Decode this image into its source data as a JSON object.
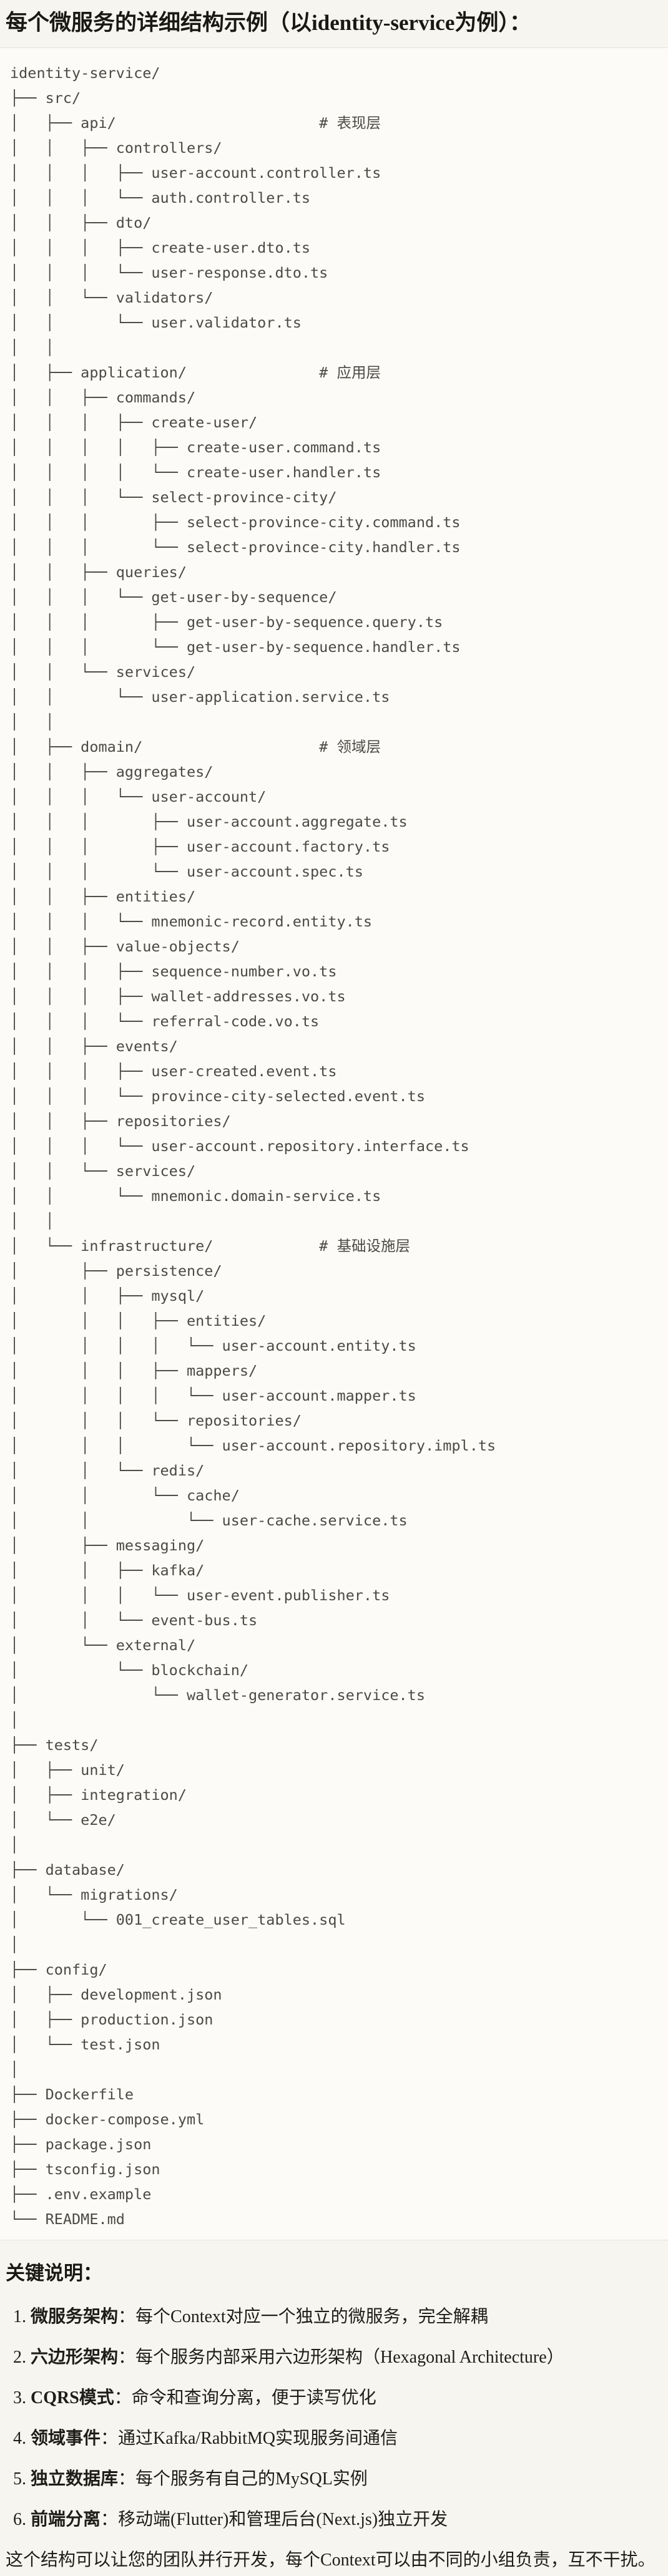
{
  "page": {
    "title": "每个微服务的详细结构示例（以identity-service为例）："
  },
  "code_block": {
    "lines": [
      "identity-service/",
      "├── src/",
      "│   ├── api/                       # 表现层",
      "│   │   ├── controllers/",
      "│   │   │   ├── user-account.controller.ts",
      "│   │   │   └── auth.controller.ts",
      "│   │   ├── dto/",
      "│   │   │   ├── create-user.dto.ts",
      "│   │   │   └── user-response.dto.ts",
      "│   │   └── validators/",
      "│   │       └── user.validator.ts",
      "│   │",
      "│   ├── application/               # 应用层",
      "│   │   ├── commands/",
      "│   │   │   ├── create-user/",
      "│   │   │   │   ├── create-user.command.ts",
      "│   │   │   │   └── create-user.handler.ts",
      "│   │   │   └── select-province-city/",
      "│   │   │       ├── select-province-city.command.ts",
      "│   │   │       └── select-province-city.handler.ts",
      "│   │   ├── queries/",
      "│   │   │   └── get-user-by-sequence/",
      "│   │   │       ├── get-user-by-sequence.query.ts",
      "│   │   │       └── get-user-by-sequence.handler.ts",
      "│   │   └── services/",
      "│   │       └── user-application.service.ts",
      "│   │",
      "│   ├── domain/                    # 领域层",
      "│   │   ├── aggregates/",
      "│   │   │   └── user-account/",
      "│   │   │       ├── user-account.aggregate.ts",
      "│   │   │       ├── user-account.factory.ts",
      "│   │   │       └── user-account.spec.ts",
      "│   │   ├── entities/",
      "│   │   │   └── mnemonic-record.entity.ts",
      "│   │   ├── value-objects/",
      "│   │   │   ├── sequence-number.vo.ts",
      "│   │   │   ├── wallet-addresses.vo.ts",
      "│   │   │   └── referral-code.vo.ts",
      "│   │   ├── events/",
      "│   │   │   ├── user-created.event.ts",
      "│   │   │   └── province-city-selected.event.ts",
      "│   │   ├── repositories/",
      "│   │   │   └── user-account.repository.interface.ts",
      "│   │   └── services/",
      "│   │       └── mnemonic.domain-service.ts",
      "│   │",
      "│   └── infrastructure/            # 基础设施层",
      "│       ├── persistence/",
      "│       │   ├── mysql/",
      "│       │   │   ├── entities/",
      "│       │   │   │   └── user-account.entity.ts",
      "│       │   │   ├── mappers/",
      "│       │   │   │   └── user-account.mapper.ts",
      "│       │   │   └── repositories/",
      "│       │   │       └── user-account.repository.impl.ts",
      "│       │   └── redis/",
      "│       │       └── cache/",
      "│       │           └── user-cache.service.ts",
      "│       ├── messaging/",
      "│       │   ├── kafka/",
      "│       │   │   └── user-event.publisher.ts",
      "│       │   └── event-bus.ts",
      "│       └── external/",
      "│           └── blockchain/",
      "│               └── wallet-generator.service.ts",
      "│",
      "├── tests/",
      "│   ├── unit/",
      "│   ├── integration/",
      "│   └── e2e/",
      "│",
      "├── database/",
      "│   └── migrations/",
      "│       └── 001_create_user_tables.sql",
      "│",
      "├── config/",
      "│   ├── development.json",
      "│   ├── production.json",
      "│   └── test.json",
      "│",
      "├── Dockerfile",
      "├── docker-compose.yml",
      "├── package.json",
      "├── tsconfig.json",
      "├── .env.example",
      "└── README.md"
    ]
  },
  "notes": {
    "heading": "关键说明：",
    "items": [
      {
        "number": "1.",
        "label": "微服务架构",
        "text": "：每个Context对应一个独立的微服务，完全解耦"
      },
      {
        "number": "2.",
        "label": "六边形架构",
        "text": "：每个服务内部采用六边形架构（Hexagonal Architecture）"
      },
      {
        "number": "3.",
        "label": "CQRS模式",
        "text": "：命令和查询分离，便于读写优化"
      },
      {
        "number": "4.",
        "label": "领域事件",
        "text": "：通过Kafka/RabbitMQ实现服务间通信"
      },
      {
        "number": "5.",
        "label": "独立数据库",
        "text": "：每个服务有自己的MySQL实例"
      },
      {
        "number": "6.",
        "label": "前端分离",
        "text": "：移动端(Flutter)和管理后台(Next.js)独立开发"
      }
    ],
    "closing": "这个结构可以让您的团队并行开发，每个Context可以由不同的小组负责，互不干扰。"
  },
  "colors": {
    "page_bg": "#f7f5ef",
    "code_bg": "#fcfbf7",
    "border": "#e6e3da",
    "code_text": "#4b4a45",
    "body_text": "#1f1d18"
  }
}
